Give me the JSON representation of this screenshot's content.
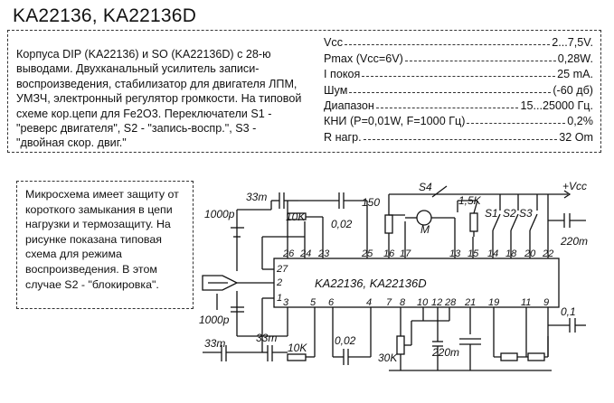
{
  "title": "KA22136, KA22136D",
  "description": "Корпуса DIP (KA22136) и SO (KA22136D) с 28-ю выводами. Двухканальный усилитель записи-воспроизведения, стабилизатор для двигателя ЛПМ, УМЗЧ, электронный регулятор громкости. На типовой схеме кор.цепи для Fe2O3. Переключатели S1 - \"реверс двигателя\", S2 - \"запись-воспр.\", S3 - \"двойная скор. двиг.\"",
  "specs": [
    {
      "label": "Vcc",
      "value": "2...7,5V."
    },
    {
      "label": "Pmax (Vcc=6V)",
      "value": "0,28W."
    },
    {
      "label": "I покоя",
      "value": "25 mA."
    },
    {
      "label": "Шум",
      "value": "(-60 дб)"
    },
    {
      "label": "Диапазон",
      "value": "15...25000 Гц."
    },
    {
      "label": "КНИ (P=0,01W, F=1000 Гц)",
      "value": "0,2%"
    },
    {
      "label": "R нагр.",
      "value": "32 Om"
    }
  ],
  "note": "Микросхема имеет защиту от короткого замыкания в цепи нагрузки и термозащиту. На рисунке показана типовая схема для режима воспроизведения. В этом случае S2 - \"блокировка\".",
  "diagram": {
    "ic_label": "KA22136, KA22136D",
    "vcc": "+Vcc",
    "components": {
      "c33m_top": "33m",
      "c1000p_top": "1000p",
      "r10k_top": "10K",
      "c002_top": "0,02",
      "r150": "150",
      "s4": "S4",
      "r15k": "1,5K",
      "motor": "M",
      "s1": "S1",
      "s2": "S2",
      "s3": "S3",
      "c220m_right": "220m",
      "c1000p_bot": "1000p",
      "c33m_bot_left": "33m",
      "c33m_bot": "33m",
      "r10k_bot": "10K",
      "c002_bot": "0,02",
      "r30k": "30K",
      "c220m_bot": "220m",
      "c01": "0,1"
    },
    "pins_top": [
      "26",
      "24",
      "23",
      "25",
      "16",
      "17",
      "13",
      "15",
      "14",
      "18",
      "20",
      "22"
    ],
    "pins_bottom": [
      "3",
      "5",
      "6",
      "4",
      "7",
      "8",
      "10",
      "12",
      "28",
      "21",
      "19",
      "11",
      "9"
    ],
    "pins_left": [
      "27",
      "2",
      "1"
    ]
  }
}
